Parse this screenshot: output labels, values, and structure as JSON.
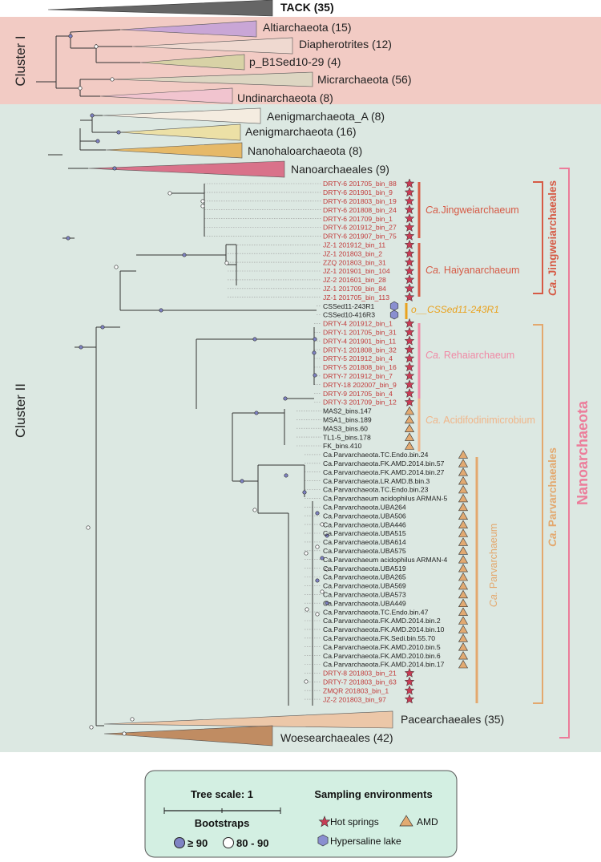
{
  "top_clade": {
    "label": "TACK (35)"
  },
  "cluster1": {
    "label": "Cluster I",
    "clades": [
      {
        "label": "Altiarchaeota (15)",
        "color": "#c9a6d6"
      },
      {
        "label": "Diapherotrites (12)",
        "color": "#efd9d0"
      },
      {
        "label": "p_B1Sed10-29 (4)",
        "color": "#d8d2a6"
      },
      {
        "label": "Micrarchaeota (56)",
        "color": "#ddd6c2"
      },
      {
        "label": "Undinarchaeota (8)",
        "color": "#f1c4cf"
      }
    ]
  },
  "cluster2": {
    "label": "Cluster II",
    "clades": [
      {
        "label": "Aenigmarchaeota_A (8)",
        "color": "#f4ece0"
      },
      {
        "label": "Aenigmarchaeota (16)",
        "color": "#ece0a6"
      },
      {
        "label": "Nanohaloarchaeota (8)",
        "color": "#e6b968"
      },
      {
        "label": "Nanoarchaeales (9)",
        "color": "#d9728a"
      }
    ],
    "bottom_clades": [
      {
        "label": "Pacearchaeales (35)",
        "color": "#ecc7a8"
      },
      {
        "label": "Woesearchaeales (42)",
        "color": "#c08c62"
      }
    ]
  },
  "leaves": [
    {
      "label": "DRTY-6 201705_bin_88",
      "env": "hot"
    },
    {
      "label": "DRTY-6 201901_bin_9",
      "env": "hot"
    },
    {
      "label": "DRTY-6 201803_bin_19",
      "env": "hot"
    },
    {
      "label": "DRTY-6 201808_bin_24",
      "env": "hot"
    },
    {
      "label": "DRTY-6 201709_bin_1",
      "env": "hot"
    },
    {
      "label": "DRTY-6 201912_bin_27",
      "env": "hot"
    },
    {
      "label": "DRTY-6 201907_bin_75",
      "env": "hot"
    },
    {
      "label": "JZ-1 201912_bin_11",
      "env": "hot"
    },
    {
      "label": "JZ-1 201803_bin_2",
      "env": "hot"
    },
    {
      "label": "ZZQ 201803_bin_31",
      "env": "hot"
    },
    {
      "label": "JZ-1 201901_bin_104",
      "env": "hot"
    },
    {
      "label": "JZ-2 201601_bin_28",
      "env": "hot"
    },
    {
      "label": "JZ-1 201709_bin_84",
      "env": "hot"
    },
    {
      "label": "JZ-1 201705_bin_113",
      "env": "hot"
    },
    {
      "label": "CSSed11-243R1",
      "env": "lake"
    },
    {
      "label": "CSSed10-416R3",
      "env": "lake"
    },
    {
      "label": "DRTY-4 201912_bin_1",
      "env": "hot"
    },
    {
      "label": "DRTY-1 201705_bin_31",
      "env": "hot"
    },
    {
      "label": "DRTY-4 201901_bin_11",
      "env": "hot"
    },
    {
      "label": "DRTY-1 201808_bin_32",
      "env": "hot"
    },
    {
      "label": "DRTY-5 201912_bin_4",
      "env": "hot"
    },
    {
      "label": "DRTY-5 201808_bin_16",
      "env": "hot"
    },
    {
      "label": "DRTY-7 201912_bin_7",
      "env": "hot"
    },
    {
      "label": "DRTY-18 202007_bin_9",
      "env": "hot"
    },
    {
      "label": "DRTY-9 201705_bin_4",
      "env": "hot"
    },
    {
      "label": "DRTY-3 201709_bin_12",
      "env": "hot"
    },
    {
      "label": "MAS2_bins.147",
      "env": "amd"
    },
    {
      "label": "MSA1_bins.189",
      "env": "amd"
    },
    {
      "label": "MAS3_bins.60",
      "env": "amd"
    },
    {
      "label": "TL1-5_bins.178",
      "env": "amd"
    },
    {
      "label": "FK_bins.410",
      "env": "amd"
    },
    {
      "label": "Ca.Parvarchaeota.TC.Endo.bin.24",
      "env": "amd"
    },
    {
      "label": "Ca.Parvarchaeota.FK.AMD.2014.bin.57",
      "env": "amd"
    },
    {
      "label": "Ca.Parvarchaeota.FK.AMD.2014.bin.27",
      "env": "amd"
    },
    {
      "label": "Ca.Parvarchaeota.LR.AMD.B.bin.3",
      "env": "amd"
    },
    {
      "label": "Ca.Parvarchaeota.TC.Endo.bin.23",
      "env": "amd"
    },
    {
      "label": "Ca.Parvarchaeum acidophilus ARMAN-5",
      "env": "amd"
    },
    {
      "label": "Ca.Parvarchaeota.UBA264",
      "env": "amd"
    },
    {
      "label": "Ca.Parvarchaeota.UBA506",
      "env": "amd"
    },
    {
      "label": "Ca.Parvarchaeota.UBA446",
      "env": "amd"
    },
    {
      "label": "Ca.Parvarchaeota.UBA515",
      "env": "amd"
    },
    {
      "label": "Ca.Parvarchaeota.UBA614",
      "env": "amd"
    },
    {
      "label": "Ca.Parvarchaeota.UBA575",
      "env": "amd"
    },
    {
      "label": "Ca.Parvarchaeum acidophilus ARMAN-4",
      "env": "amd"
    },
    {
      "label": "Ca.Parvarchaeota.UBA519",
      "env": "amd"
    },
    {
      "label": "Ca.Parvarchaeota.UBA265",
      "env": "amd"
    },
    {
      "label": "Ca.Parvarchaeota.UBA569",
      "env": "amd"
    },
    {
      "label": "Ca.Parvarchaeota.UBA573",
      "env": "amd"
    },
    {
      "label": "Ca.Parvarchaeota.UBA449",
      "env": "amd"
    },
    {
      "label": "Ca.Parvarchaeota.TC.Endo.bin.47",
      "env": "amd"
    },
    {
      "label": "Ca.Parvarchaeota.FK.AMD.2014.bin.2",
      "env": "amd"
    },
    {
      "label": "Ca.Parvarchaeota.FK.AMD.2014.bin.10",
      "env": "amd"
    },
    {
      "label": "Ca.Parvarchaeota.FK.Sedi.bin.55.70",
      "env": "amd"
    },
    {
      "label": "Ca.Parvarchaeota.FK.AMD.2010.bin.5",
      "env": "amd"
    },
    {
      "label": "Ca.Parvarchaeota.FK.AMD.2010.bin.6",
      "env": "amd"
    },
    {
      "label": "Ca.Parvarchaeota.FK.AMD.2014.bin.17",
      "env": "amd"
    },
    {
      "label": "DRTY-8 201803_bin_21",
      "env": "hot"
    },
    {
      "label": "DRTY-7 201803_bin_63",
      "env": "hot"
    },
    {
      "label": "ZMQR 201803_bin_1",
      "env": "hot"
    },
    {
      "label": "JZ-2 201803_bin_97",
      "env": "hot"
    }
  ],
  "genus_labels": {
    "jingwei": {
      "prefix": "Ca.",
      "rest": "Jingweiarchaeum",
      "color": "#d65a45"
    },
    "haiyan": {
      "prefix": "Ca.",
      "rest": " Haiyanarchaeum",
      "color": "#d65a45"
    },
    "cssed": {
      "prefix": "o__",
      "rest": "CSSed11-243R1",
      "color": "#e9a21f"
    },
    "rehai": {
      "prefix": "Ca.",
      "rest": " Rehaiarchaeum",
      "color": "#f08aa6"
    },
    "acidi": {
      "prefix": "Ca.",
      "rest": " Acidifodinimicrobium",
      "color": "#f0b68a"
    },
    "parva": {
      "prefix": "Ca.",
      "rest": " Parvarchaeum",
      "color": "#e3a86e"
    }
  },
  "order_labels": {
    "jingweiales": {
      "prefix": "Ca.",
      "rest": " Jingweiarchaeales",
      "color": "#d65a45"
    },
    "parvales": {
      "prefix": "Ca.",
      "rest": " Parvarchaeales",
      "color": "#e3a86e"
    }
  },
  "phylum_label": {
    "text": "Nanoarchaeota",
    "color": "#ec7c9a"
  },
  "legend": {
    "tree_scale": "Tree scale: 1",
    "bootstraps_title": "Bootstraps",
    "boot_high": "≥ 90",
    "boot_mid": "80 - 90",
    "env_title": "Sampling environments",
    "hot_springs": "Hot springs",
    "amd": "AMD",
    "lake": "Hypersaline lake"
  },
  "colors": {
    "cluster1_bg": "#f2cbc4",
    "cluster2_bg": "#dce8e2",
    "legend_bg": "#d3efe2",
    "hot_red": "#c83c55",
    "leaf_red": "#c23a3a",
    "amd_tan": "#e2aa72",
    "lake_purple": "#8a8fd0",
    "node_fill": "#7f83c4"
  }
}
